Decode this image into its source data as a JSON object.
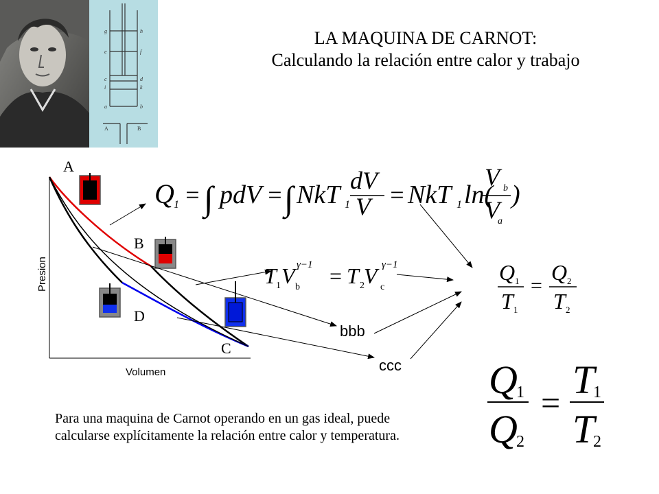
{
  "title": {
    "line1": "LA MAQUINA DE CARNOT:",
    "line2": "Calculando la relación entre calor y trabajo"
  },
  "diagram": {
    "point_labels": {
      "a": "A",
      "b": "B",
      "c": "C",
      "d": "D"
    },
    "ylabel": "Presion",
    "xlabel": "Volumen",
    "side_labels": {
      "bbb": "bbb",
      "ccc": "ccc"
    },
    "colors": {
      "hot": "#e00000",
      "cold": "#0000ee",
      "piston": "#888888",
      "adiabat": "#000000"
    }
  },
  "equations": {
    "q1": {
      "q": "Q",
      "q_sub": "1",
      "eq": "=",
      "int": "∫",
      "pdv": "pdV",
      "nkt": "NkT",
      "t_sub": "1",
      "dv": "dV",
      "v": "V",
      "ln": "ln(",
      "vb": "V",
      "b": "b",
      "va": "V",
      "a": "a",
      "close": ")"
    },
    "adiabatic": {
      "t1": "T",
      "one": "1",
      "v": "V",
      "b": "b",
      "exp": "γ−1",
      "eq": "=",
      "t2": "T",
      "two": "2",
      "c": "c"
    },
    "ratio1": {
      "q1": "Q",
      "one": "1",
      "t1": "T",
      "eq": "=",
      "q2": "Q",
      "two": "2",
      "t2": "T"
    },
    "ratio2": {
      "q1": "Q",
      "one": "1",
      "q2": "Q",
      "two": "2",
      "eq": "=",
      "t1": "T",
      "t2": "T"
    }
  },
  "caption": "Para una maquina de Carnot operando en un gas ideal, puede calcularse explícitamente la relación entre calor y temperatura."
}
